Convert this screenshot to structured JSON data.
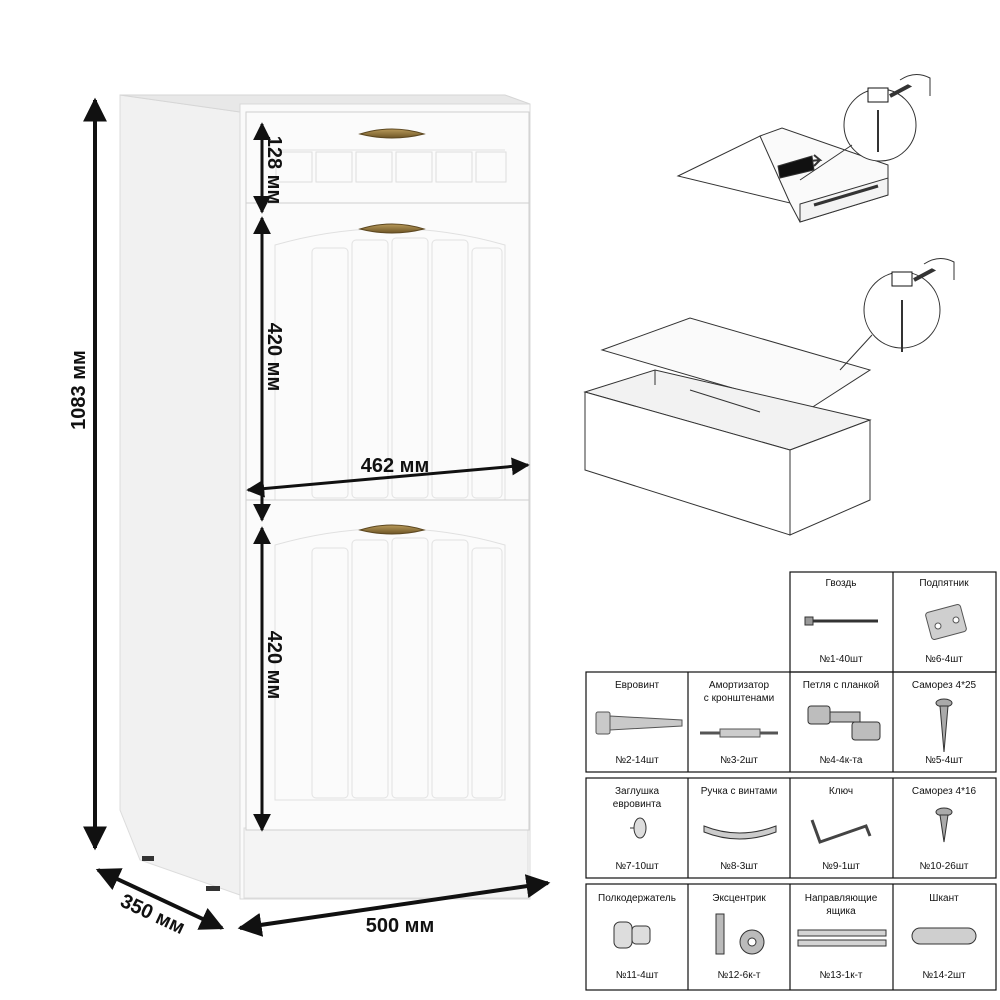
{
  "dimensions": {
    "height": "1083 мм",
    "drawer_height": "128 мм",
    "door_top_height": "420 мм",
    "door_bottom_height": "420 мм",
    "inner_width": "462 мм",
    "depth": "350 мм",
    "width": "500 мм"
  },
  "parts": [
    {
      "name": "Гвоздь",
      "qty": "№1-40шт",
      "icon": "nail-icon"
    },
    {
      "name": "Подпятник",
      "qty": "№6-4шт",
      "icon": "glide-icon"
    },
    {
      "name": "Евровинт",
      "qty": "№2-14шт",
      "icon": "euroscrew-icon"
    },
    {
      "name": "Амортизатор",
      "name2": "с кронштенами",
      "qty": "№3-2шт",
      "icon": "gas-strut-icon"
    },
    {
      "name": "Петля с планкой",
      "qty": "№4-4к-та",
      "icon": "hinge-icon"
    },
    {
      "name": "Саморез 4*25",
      "qty": "№5-4шт",
      "icon": "long-screw-icon"
    },
    {
      "name": "Заглушка",
      "name2": "евровинта",
      "qty": "№7-10шт",
      "icon": "cap-icon"
    },
    {
      "name": "Ручка с винтами",
      "qty": "№8-3шт",
      "icon": "handle-icon"
    },
    {
      "name": "Ключ",
      "qty": "№9-1шт",
      "icon": "hex-key-icon"
    },
    {
      "name": "Саморез 4*16",
      "qty": "№10-26шт",
      "icon": "short-screw-icon"
    },
    {
      "name": "Полкодержатель",
      "qty": "№11-4шт",
      "icon": "shelf-pin-icon"
    },
    {
      "name": "Эксцентрик",
      "qty": "№12-6к-т",
      "icon": "cam-lock-icon"
    },
    {
      "name": "Направляющие",
      "name2": "ящика",
      "qty": "№13-1к-т",
      "icon": "drawer-rail-icon"
    },
    {
      "name": "Шкант",
      "qty": "№14-2шт",
      "icon": "dowel-icon"
    }
  ]
}
